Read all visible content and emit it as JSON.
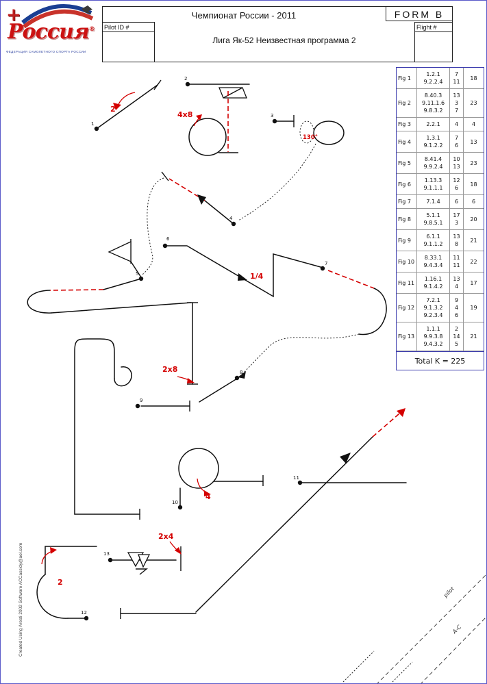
{
  "logo": {
    "cross": "+",
    "brand": "Россия",
    "registered": "®",
    "caption": "ФЕДЕРАЦИЯ САМОЛЕТНОГО СПОРТА РОССИИ"
  },
  "header": {
    "title": "Чемпионат России - 2011",
    "form_label": "FORM B",
    "pilot_id_label": "Pilot ID #",
    "flight_label": "Flight #",
    "subtitle": "Лига Як-52  Неизвестная программа 2"
  },
  "table": {
    "rows": [
      {
        "fig": "Fig 1",
        "catalog": "1.2.1\n9.2.2.4",
        "k": "7\n11",
        "total": "18"
      },
      {
        "fig": "Fig 2",
        "catalog": "8.40.3\n9.11.1.6\n9.8.3.2",
        "k": "13\n3\n7",
        "total": "23"
      },
      {
        "fig": "Fig 3",
        "catalog": "2.2.1",
        "k": "4",
        "total": "4"
      },
      {
        "fig": "Fig 4",
        "catalog": "1.3.1\n9.1.2.2",
        "k": "7\n6",
        "total": "13"
      },
      {
        "fig": "Fig 5",
        "catalog": "8.41.4\n9.9.2.4",
        "k": "10\n13",
        "total": "23"
      },
      {
        "fig": "Fig 6",
        "catalog": "1.13.3\n9.1.1.1",
        "k": "12\n6",
        "total": "18"
      },
      {
        "fig": "Fig 7",
        "catalog": "7.1.4",
        "k": "6",
        "total": "6"
      },
      {
        "fig": "Fig 8",
        "catalog": "5.1.1\n9.8.5.1",
        "k": "17\n3",
        "total": "20"
      },
      {
        "fig": "Fig 9",
        "catalog": "6.1.1\n9.1.1.2",
        "k": "13\n8",
        "total": "21"
      },
      {
        "fig": "Fig 10",
        "catalog": "8.33.1\n9.4.3.4",
        "k": "11\n11",
        "total": "22"
      },
      {
        "fig": "Fig 11",
        "catalog": "1.16.1\n9.1.4.2",
        "k": "13\n4",
        "total": "17"
      },
      {
        "fig": "Fig 12",
        "catalog": "7.2.1\n9.1.3.2\n9.2.3.4",
        "k": "9\n4\n6",
        "total": "19"
      },
      {
        "fig": "Fig 13",
        "catalog": "1.1.1\n9.9.3.8\n9.4.3.2",
        "k": "2\n14\n5",
        "total": "21"
      }
    ],
    "total_label": "Total K = 225"
  },
  "diagram": {
    "figure_numbers": [
      "1",
      "2",
      "3",
      "4",
      "5",
      "6",
      "7",
      "8",
      "9",
      "10",
      "11",
      "12",
      "13"
    ],
    "red_labels": {
      "fig1_rolls": "2",
      "fig2_rolls": "4x8",
      "fig3_angle": "130°",
      "fig6_roll": "1/4",
      "fig8_rolls": "2x8",
      "fig10_rolls": "4",
      "fig13_rolls": "2x4",
      "fig12_rolls": "2"
    },
    "red_color": "#d40000"
  },
  "footer": {
    "credit": "Created Using Aresti 2002 Software   ACCassidy@aol.com",
    "pilot_line_label": "pilot",
    "ac_line_label": "A-C"
  }
}
